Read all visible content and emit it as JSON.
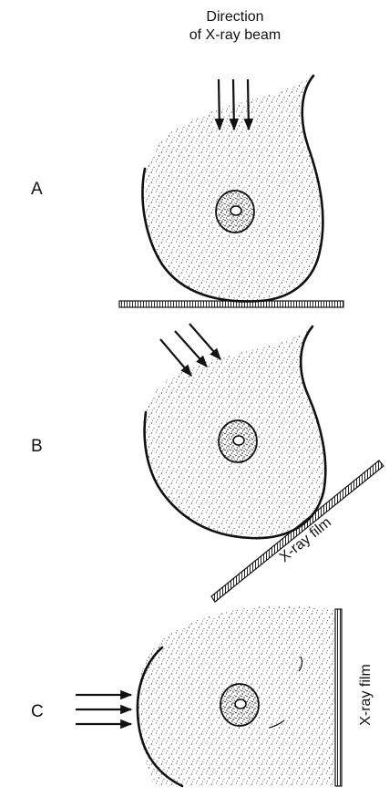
{
  "header": {
    "line1": "Direction",
    "line2": "of X-ray beam"
  },
  "panels": [
    {
      "label": "A",
      "film_label": ""
    },
    {
      "label": "B",
      "film_label": "X-ray film"
    },
    {
      "label": "C",
      "film_label": "X-ray film"
    }
  ],
  "colors": {
    "ink": "#111111",
    "stipple": "#333333",
    "background": "#ffffff"
  }
}
